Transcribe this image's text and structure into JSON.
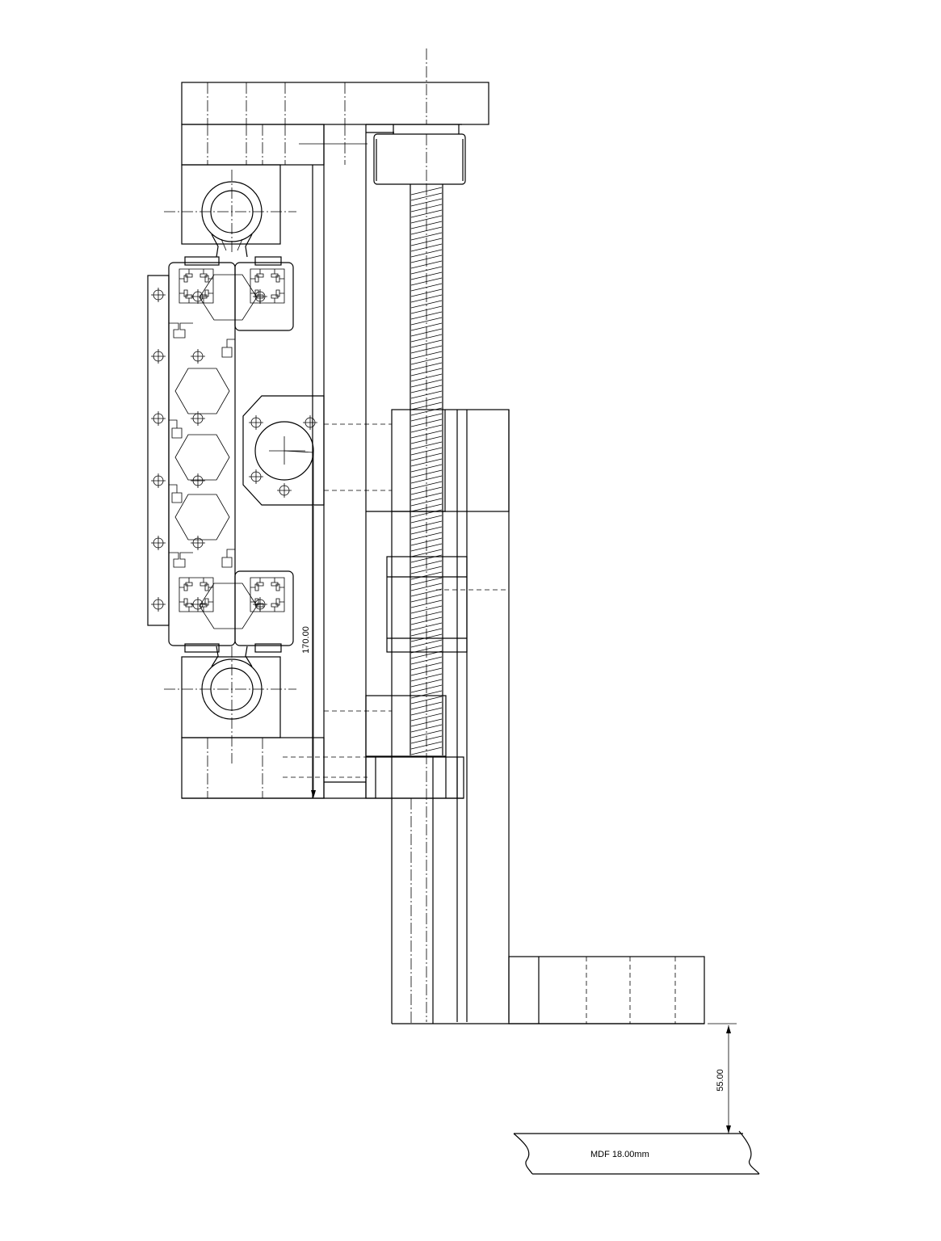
{
  "dimensions": {
    "profile_height": "170.00",
    "clearance": "55.00"
  },
  "base": {
    "label": "MDF  18.00mm"
  }
}
